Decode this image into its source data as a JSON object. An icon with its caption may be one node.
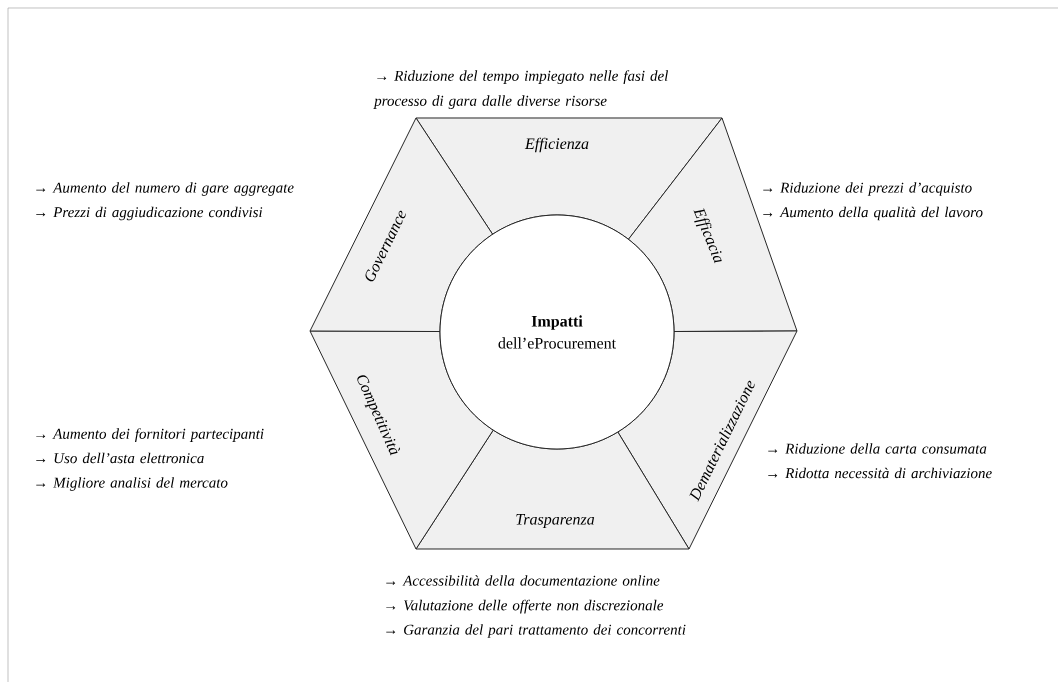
{
  "diagram": {
    "nodes": [
      {
        "text": [
          "Impatti",
          "dell’eProcurement"
        ]
      },
      {
        "text": [
          "Efficienza"
        ],
        "beside": [
          "→ Riduzione del tempo impiegato nelle fasi del processo di gara dalle diverse risorse"
        ]
      },
      {
        "text": [
          "Efficacia"
        ],
        "beside": [
          "→ Riduzione dei prezzi d’acquisto",
          "→ Aumento della qualità del lavoro"
        ]
      },
      {
        "text": [
          "Dematerializzazione"
        ],
        "beside": [
          "→ Riduzione della carta consumata",
          "→ Ridotta necessità di archiviazione"
        ]
      },
      {
        "text": [
          "Trasparenza"
        ],
        "beside": [
          "→ Accessibilità della documentazione online",
          "→ Valutazione delle offerte non discrezionale",
          "→ Garanzia del pari trattamento dei concorrenti"
        ]
      },
      {
        "text": [
          "Competitività"
        ],
        "beside": [
          "→ Aumento dei fornitori partecipanti",
          "→ Uso dell’asta elettronica",
          "→ Migliore analisi del mercato"
        ]
      },
      {
        "text": [
          "Governance"
        ],
        "beside": [
          "→ Aumento del numero di gare aggregate",
          "→ Prezzi di aggiudicazione condivisi"
        ]
      }
    ]
  }
}
